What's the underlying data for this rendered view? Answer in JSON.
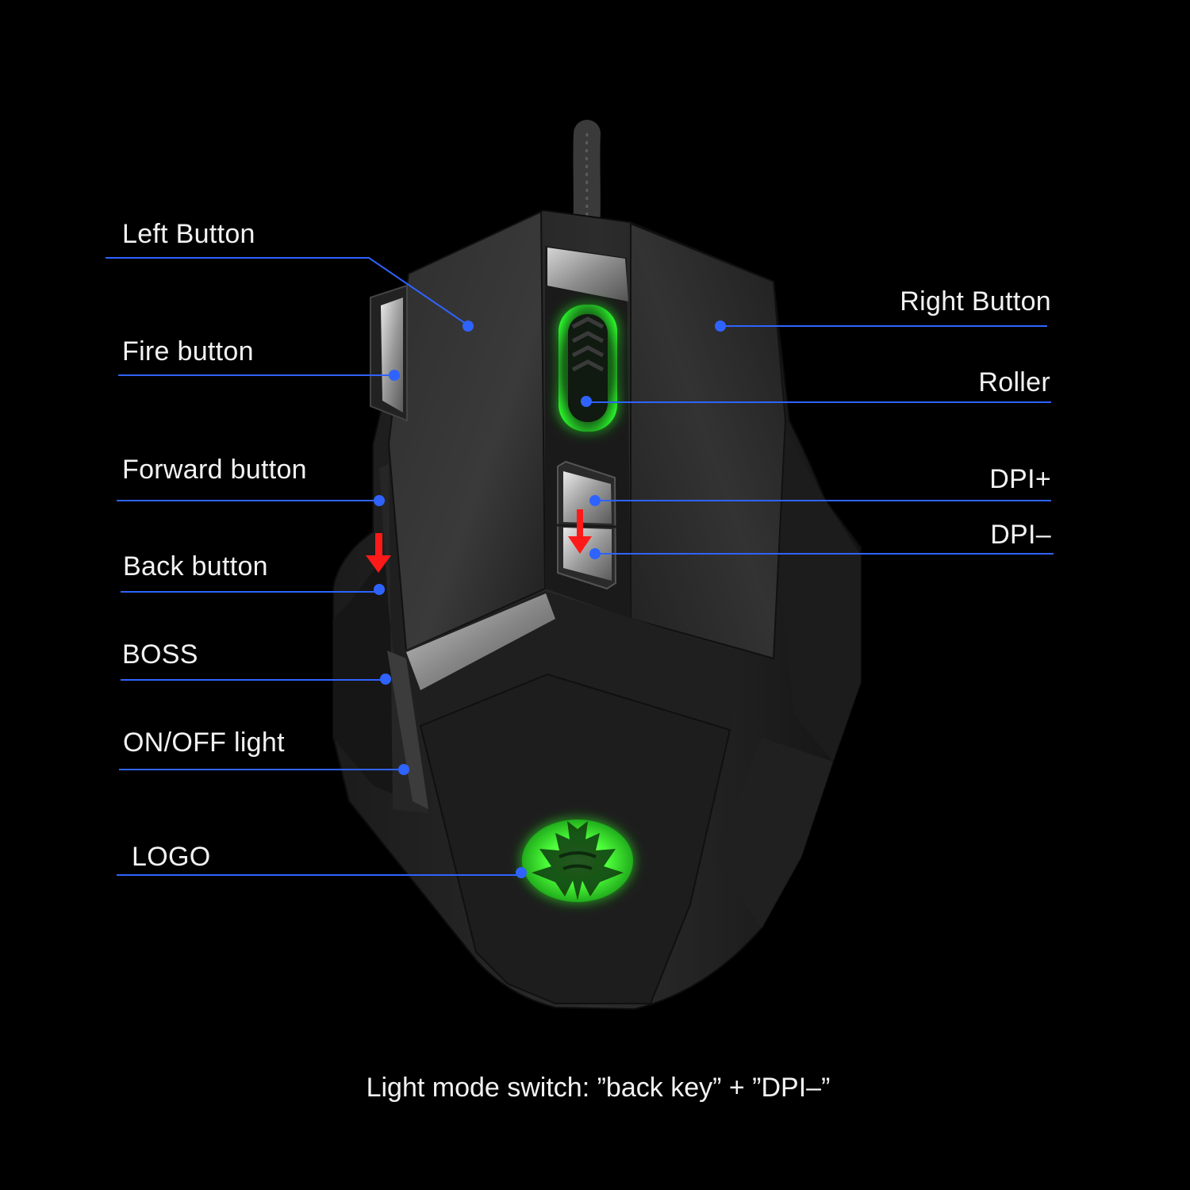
{
  "colors": {
    "background": "#000000",
    "leader_line": "#2f63ff",
    "leader_dot": "#2f63ff",
    "logo_glow": "#3cff3c",
    "roller_glow": "#2bff2b",
    "arrow": "#ff1a1a"
  },
  "labels": {
    "left_button": "Left Button",
    "fire_button": "Fire button",
    "forward_button": "Forward button",
    "back_button": "Back button",
    "boss": "BOSS",
    "on_off_light": "ON/OFF light",
    "logo": "LOGO",
    "right_button": "Right Button",
    "roller": "Roller",
    "dpi_plus": "DPI+",
    "dpi_minus": "DPI–"
  },
  "caption": "Light mode switch: ”back key” + ”DPI–”",
  "icons": [
    "bat-logo-icon",
    "scroll-wheel-icon",
    "down-arrow-icon"
  ]
}
